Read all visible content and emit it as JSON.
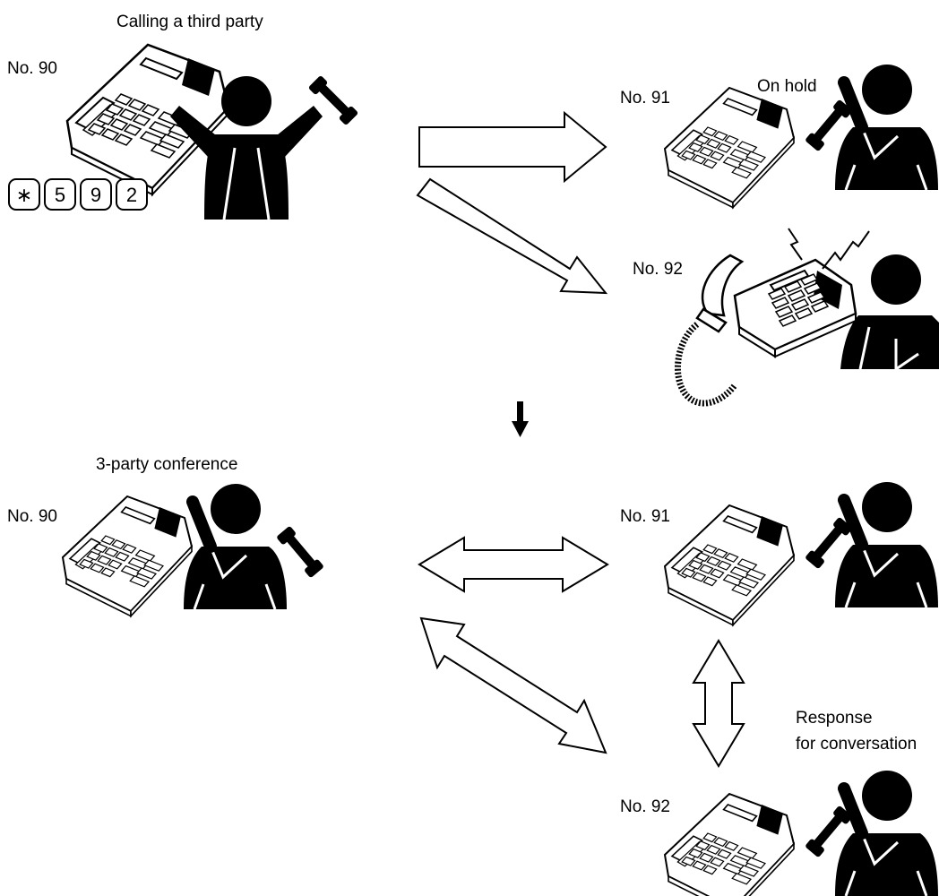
{
  "top": {
    "caption": "Calling a third party",
    "caller_label": "No. 90",
    "keys": [
      "∗",
      "5",
      "9",
      "2"
    ],
    "hold_caption": "On hold",
    "held_label": "No. 91",
    "ringing_label": "No. 92"
  },
  "bottom": {
    "caption": "3-party conference",
    "party_a_label": "No. 90",
    "party_b_label": "No. 91",
    "party_c_label": "No. 92",
    "response_line1": "Response",
    "response_line2": "for conversation"
  },
  "colors": {
    "ink": "#000000",
    "paper": "#ffffff"
  },
  "icons": [
    "desk-phone-icon",
    "person-icon",
    "handset-icon",
    "arrow-icon",
    "ring-icon"
  ]
}
